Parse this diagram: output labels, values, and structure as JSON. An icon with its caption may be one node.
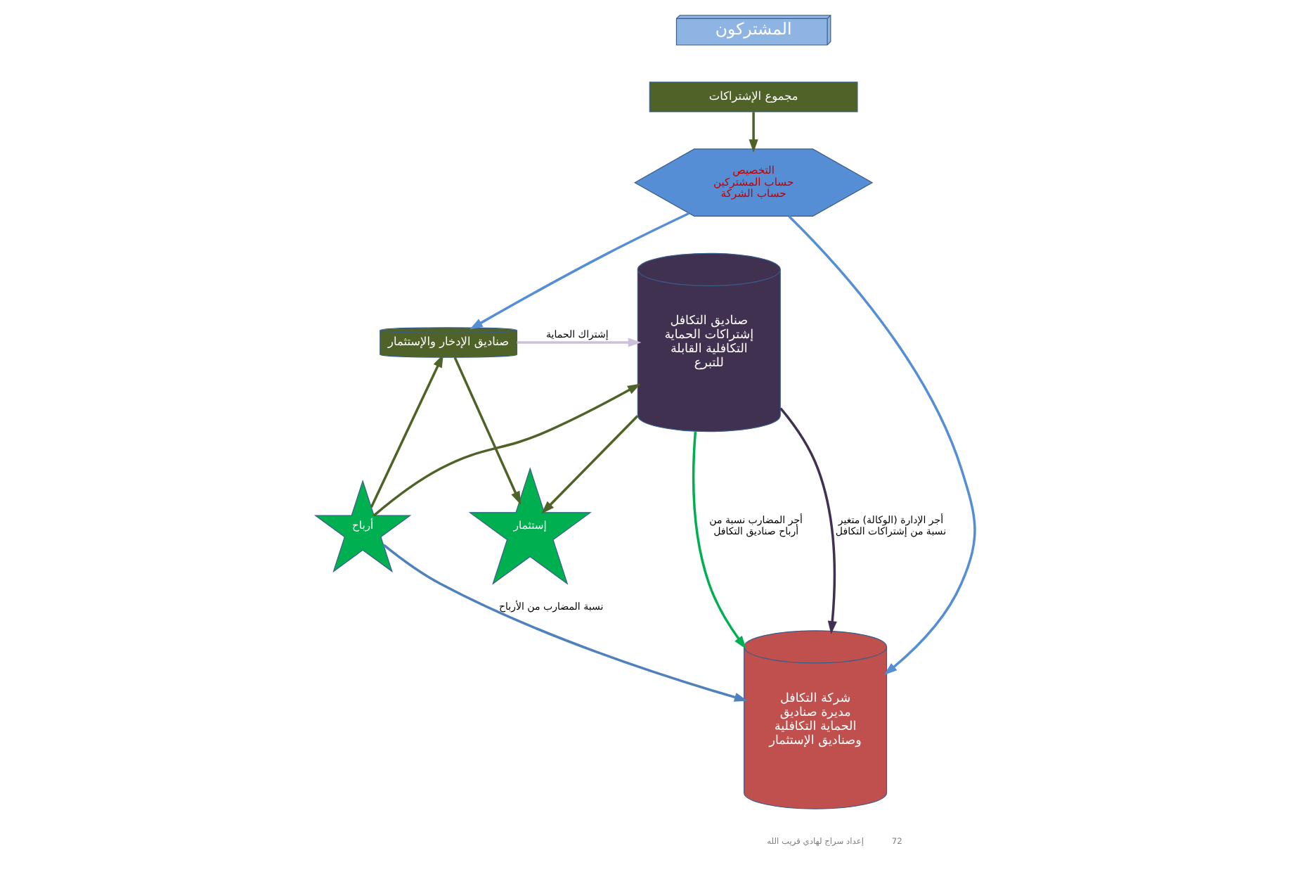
{
  "diagram": {
    "nodes": [
      {
        "text": [
          "المشتركون"
        ]
      },
      {
        "text": [
          "مجموع الإشتراكات"
        ]
      },
      {
        "text": [
          "التخصيص",
          "حساب المشتركين",
          "حساب الشركة"
        ]
      },
      {
        "text": [
          "صناديق الإدخار والإستثمار"
        ]
      },
      {
        "text": [
          "شركة التكافل مديرة صناديق الحماية التكافلية وصناديق الإستثمار"
        ]
      },
      {
        "text": [
          "صناديق التكافل",
          "إشتراكات الحماية التكافلية القابلة للتبرع"
        ]
      },
      {
        "text": [
          "إستثمار"
        ]
      },
      {
        "text": [
          "أرباح"
        ]
      }
    ],
    "edges": [
      {
        "from": 1,
        "to": 2,
        "arrow": "to"
      },
      {
        "from": 2,
        "to": 4,
        "arrow": "to",
        "color": "#558ed5"
      },
      {
        "from": 2,
        "to": 3,
        "arrow": "to",
        "color": "#558ed5"
      },
      {
        "from": 3,
        "to": 5,
        "arrow": "to",
        "label": "إشتراك الحماية",
        "color": "#ccc1da"
      },
      {
        "from": 3,
        "to": 6,
        "arrow": "to"
      },
      {
        "from": 7,
        "to": 3,
        "arrow": "to"
      },
      {
        "from": 5,
        "to": 6,
        "arrow": "to"
      },
      {
        "from": 7,
        "to": 5,
        "arrow": "to"
      },
      {
        "from": 7,
        "to": 4,
        "arrow": "to",
        "label": "نسبة المضارب من الأرباح",
        "color": "#4f81bd"
      },
      {
        "from": 5,
        "to": 4,
        "arrow": "to",
        "label": "أجر الإدارة (الوكالة) متغير نسبة من إشتراكات التكافل",
        "color": "#403151"
      },
      {
        "from": 5,
        "to": 4,
        "arrow": "to",
        "label": "أجر المضارب نسبة من أرباح صناديق التكافل",
        "color": "#00b050"
      }
    ],
    "labels": [
      "إعداد سراج لهادي قريب الله",
      "72"
    ]
  }
}
